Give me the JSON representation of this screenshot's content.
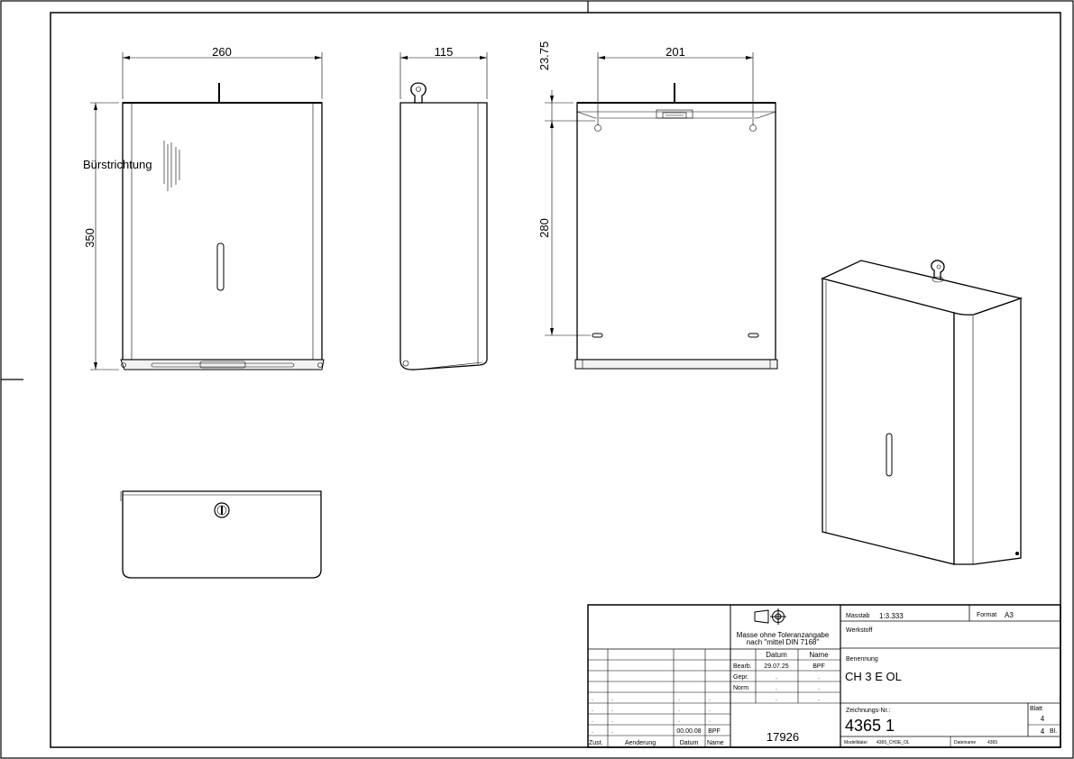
{
  "dimensions": {
    "front_width": "260",
    "front_height": "350",
    "side_depth": "115",
    "back_hole_spacing": "201",
    "back_top_offset": "23.75",
    "back_vertical_spacing": "280"
  },
  "annotations": {
    "brush_direction": "Bürstrichtung"
  },
  "title_block": {
    "tolerance_note_line1": "Masse ohne Toleranzangabe",
    "tolerance_note_line2": "nach \"mittel DIN 7168\"",
    "col_datum": "Datum",
    "col_name": "Name",
    "row_bearb": "Bearb.",
    "row_gepr": "Gepr.",
    "row_norm": "Norm",
    "bearb_date": "29.07.25",
    "bearb_name": "BPF",
    "dot": ".",
    "rev_date": "00.00.08",
    "rev_name": "BPF",
    "col_zust": "Zust.",
    "col_aenderung": "Aenderung",
    "col_datum2": "Datum",
    "col_name2": "Name",
    "doc_number": "17926",
    "masstab_label": "Masstab",
    "masstab_value": "1:3.333",
    "format_label": "Format",
    "format_value": "A3",
    "werkstoff_label": "Werkstoff",
    "benennung_label": "Benennung",
    "benennung_value": "CH 3 E OL",
    "zeichnungsnr_label": "Zeichnungs-Nr.:",
    "zeichnungsnr_value": "4365 1",
    "blatt_label": "Blatt",
    "blatt_value": "4",
    "blatt_total": "4",
    "blatt_suffix": "Bl.",
    "modelldatei_label": "Modelldatei",
    "modelldatei_value": "4365_CH3E_OL",
    "dateiname_label": "Dateiname",
    "dateiname_value": "4365"
  }
}
